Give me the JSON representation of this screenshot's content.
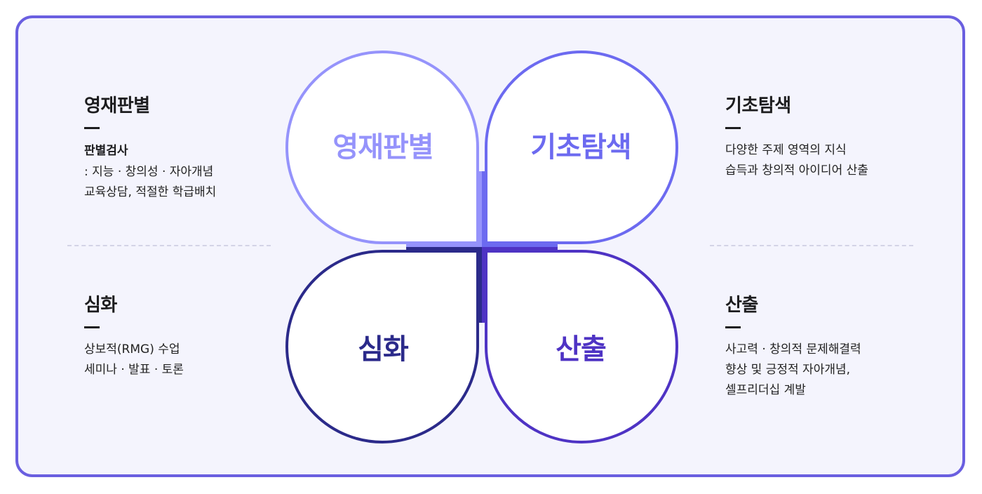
{
  "left_top": {
    "title": "영재판별",
    "subtitle": "판별검사",
    "lines": [
      ": 지능 · 창의성 · 자아개념",
      "교육상담, 적절한 학급배치"
    ]
  },
  "left_bottom": {
    "title": "심화",
    "lines": [
      "상보적(RMG) 수업",
      "세미나 · 발표 · 토론"
    ]
  },
  "right_top": {
    "title": "기초탐색",
    "lines": [
      "다양한 주제 영역의 지식",
      "습득과 창의적 아이디어 산출"
    ]
  },
  "right_bottom": {
    "title": "산출",
    "lines": [
      "사고력 · 창의적 문제해결력",
      "향상 및 긍정적 자아개념,",
      "셀프리더십 계발"
    ]
  },
  "petals": {
    "top_left": "영재판별",
    "top_right": "기초탐색",
    "bottom_left": "심화",
    "bottom_right": "산출"
  },
  "colors": {
    "frame": "#6a5fe0",
    "top_left": "#9593fb",
    "top_right": "#6c6af0",
    "bottom_left": "#2b2a8a",
    "bottom_right": "#4e33c4"
  }
}
